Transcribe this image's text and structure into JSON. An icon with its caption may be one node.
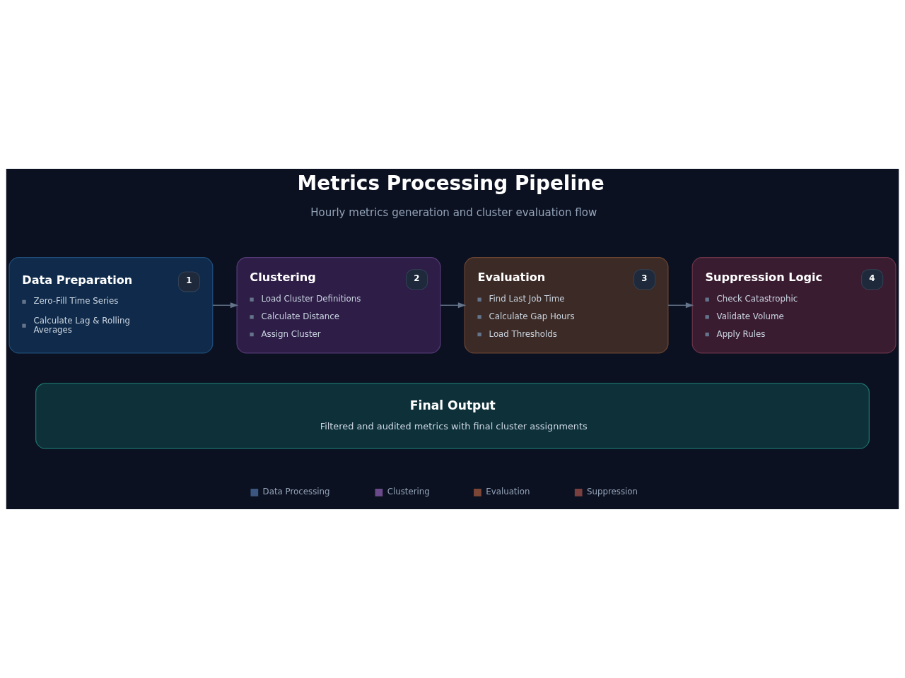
{
  "diagram": {
    "title": "Metrics Processing Pipeline",
    "nodes": [
      {
        "text": [
          "1",
          "Data Preparation",
          "Zero-Fill Time Series",
          "Calculate Lag & Rolling Averages"
        ]
      },
      {
        "text": [
          "2",
          "Clustering",
          "Load Cluster Definitions",
          "Calculate Distance",
          "Assign Cluster"
        ]
      },
      {
        "text": [
          "3",
          "Evaluation",
          "Find Last Job Time",
          "Calculate Gap Hours",
          "Load Thresholds"
        ]
      },
      {
        "text": [
          "4",
          "Suppression Logic",
          "Check Catastrophic",
          "Validate Volume",
          "Apply Rules"
        ]
      },
      {
        "text": [
          "Final Output",
          "Filtered and audited metrics with final cluster assignments"
        ]
      }
    ],
    "edges": [
      {
        "from": 0,
        "to": 1,
        "arrow": "to"
      },
      {
        "from": 1,
        "to": 2,
        "arrow": "to"
      },
      {
        "from": 2,
        "to": 3,
        "arrow": "to"
      }
    ],
    "labels": [
      "Hourly metrics generation and cluster evaluation flow"
    ],
    "legend": [
      {
        "text": "Data Processing",
        "color": "#3b5680"
      },
      {
        "text": "Clustering",
        "color": "#6a4a8a"
      },
      {
        "text": "Evaluation",
        "color": "#7c4636"
      },
      {
        "text": "Suppression",
        "color": "#7a3f3f"
      }
    ]
  }
}
